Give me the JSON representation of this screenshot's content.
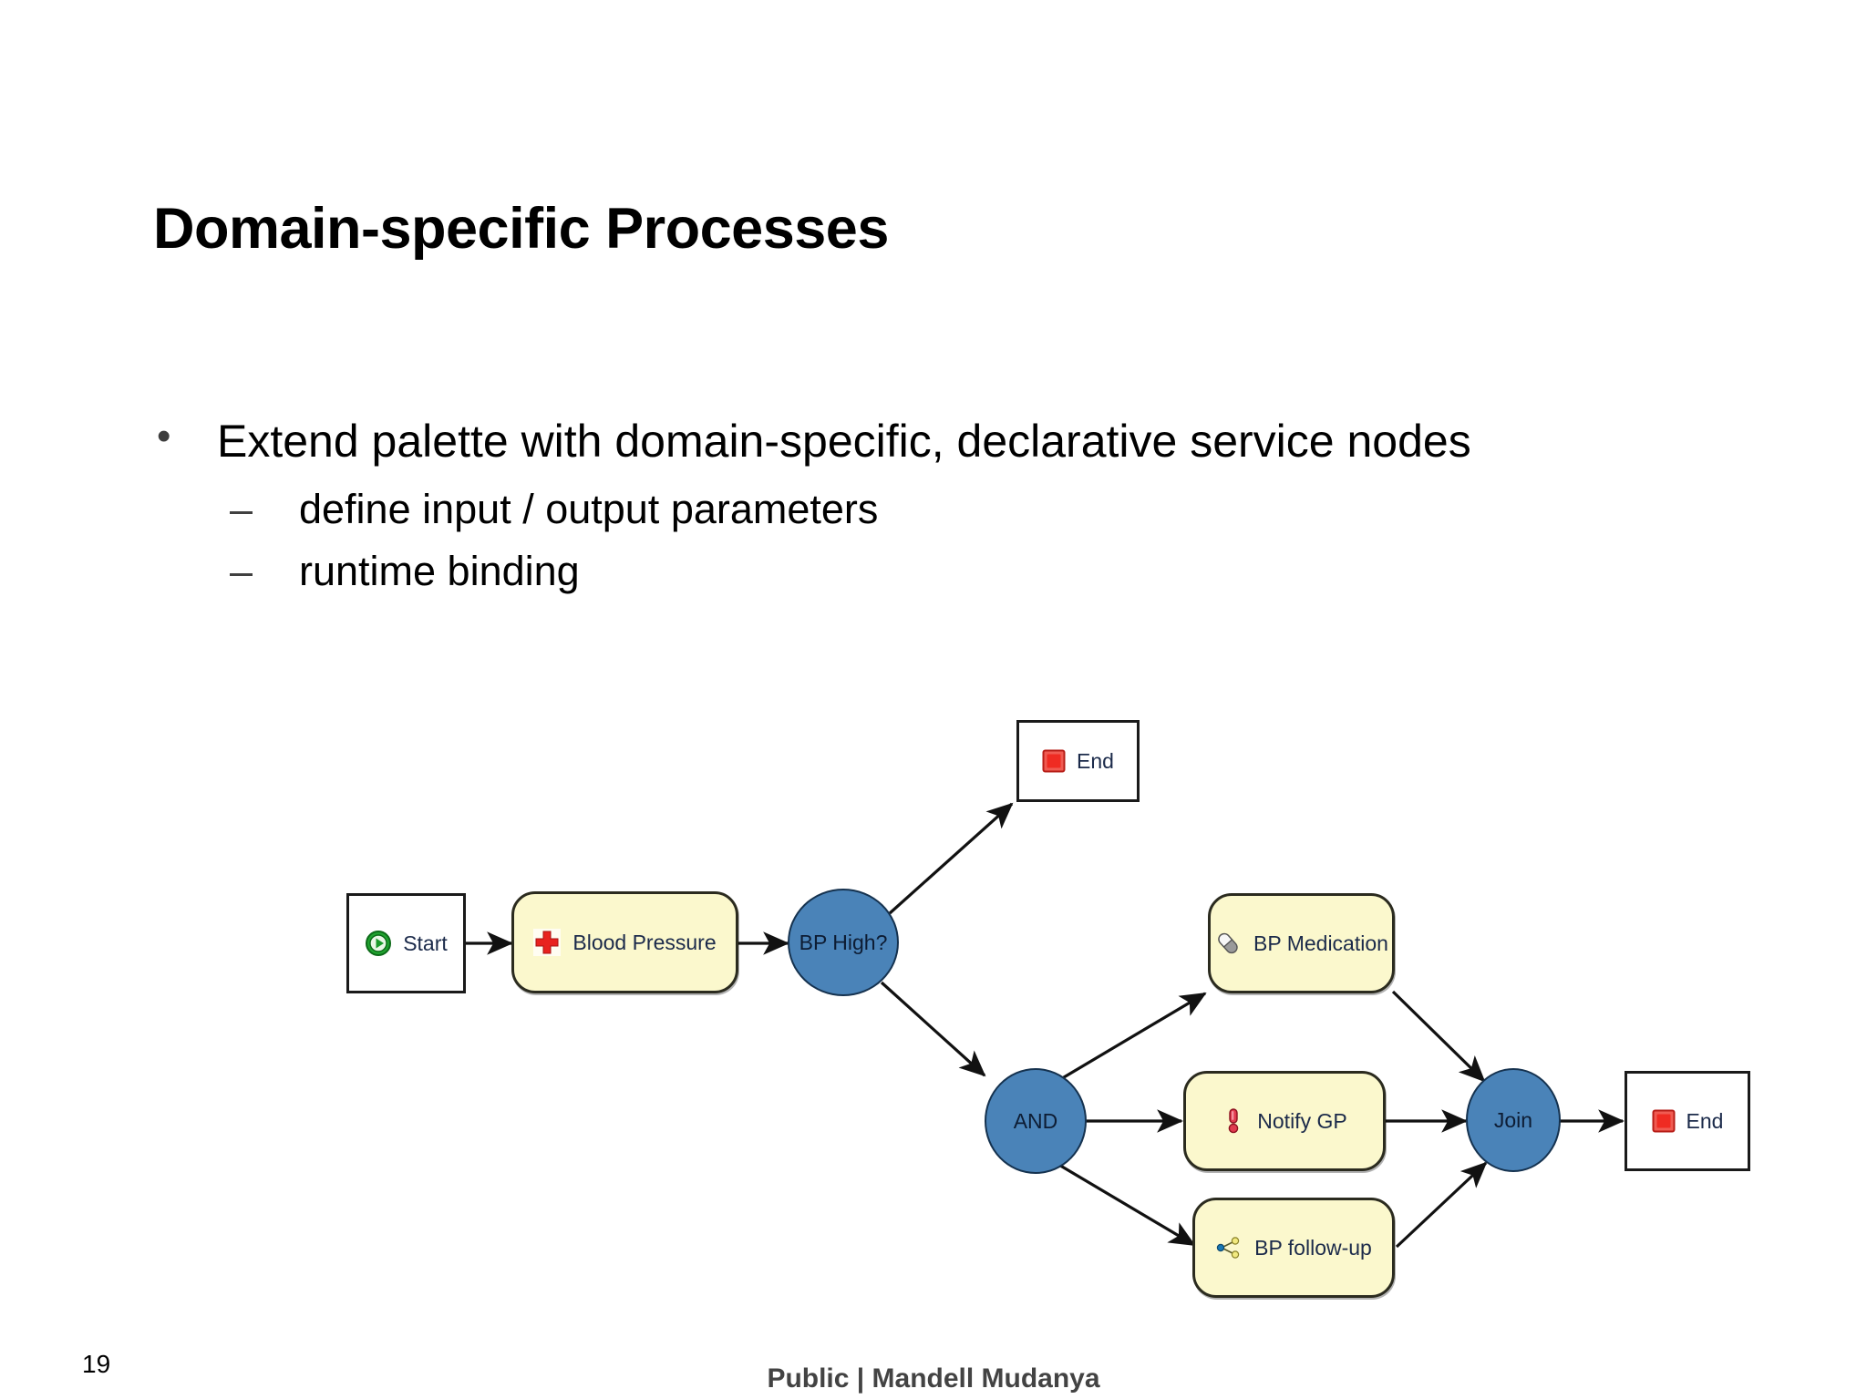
{
  "slide": {
    "title": "Domain-specific Processes",
    "page_number": "19",
    "footer": "Public | Mandell Mudanya"
  },
  "content": {
    "bullets": [
      {
        "level": 1,
        "marker": "•",
        "text": "Extend palette with domain-specific, declarative service nodes"
      },
      {
        "level": 2,
        "marker": "–",
        "text": "define input / output parameters"
      },
      {
        "level": 2,
        "marker": "–",
        "text": "runtime binding"
      }
    ]
  },
  "diagram": {
    "type": "process-flow",
    "nodes": [
      {
        "id": "start",
        "label": "Start",
        "shape": "rectangle",
        "icon": "play-circle-icon",
        "fill": "#ffffff"
      },
      {
        "id": "blood_pressure",
        "label": "Blood Pressure",
        "shape": "rounded-rect",
        "icon": "red-cross-icon",
        "fill": "#fbf8cd"
      },
      {
        "id": "bp_high",
        "label": "BP High?",
        "shape": "ellipse",
        "icon": "none",
        "fill": "#4a83b8"
      },
      {
        "id": "end_top",
        "label": "End",
        "shape": "rectangle",
        "icon": "red-stop-icon",
        "fill": "#ffffff"
      },
      {
        "id": "and",
        "label": "AND",
        "shape": "ellipse",
        "icon": "none",
        "fill": "#4a83b8"
      },
      {
        "id": "bp_medication",
        "label": "BP Medication",
        "shape": "rounded-rect",
        "icon": "pill-icon",
        "fill": "#fbf8cd"
      },
      {
        "id": "notify_gp",
        "label": "Notify GP",
        "shape": "rounded-rect",
        "icon": "alert-icon",
        "fill": "#fbf8cd"
      },
      {
        "id": "bp_followup",
        "label": "BP follow-up",
        "shape": "rounded-rect",
        "icon": "branch-icon",
        "fill": "#fbf8cd"
      },
      {
        "id": "join",
        "label": "Join",
        "shape": "ellipse",
        "icon": "none",
        "fill": "#4a83b8"
      },
      {
        "id": "end_right",
        "label": "End",
        "shape": "rectangle",
        "icon": "red-stop-icon",
        "fill": "#ffffff"
      }
    ],
    "edges": [
      {
        "from": "start",
        "to": "blood_pressure"
      },
      {
        "from": "blood_pressure",
        "to": "bp_high"
      },
      {
        "from": "bp_high",
        "to": "end_top"
      },
      {
        "from": "bp_high",
        "to": "and"
      },
      {
        "from": "and",
        "to": "bp_medication"
      },
      {
        "from": "and",
        "to": "notify_gp"
      },
      {
        "from": "and",
        "to": "bp_followup"
      },
      {
        "from": "bp_medication",
        "to": "join"
      },
      {
        "from": "notify_gp",
        "to": "join"
      },
      {
        "from": "bp_followup",
        "to": "join"
      },
      {
        "from": "join",
        "to": "end_right"
      }
    ]
  },
  "colors": {
    "gateway_blue": "#4a83b8",
    "task_yellow": "#fbf8cd",
    "accent_red": "#e8302a",
    "icon_green": "#18982a",
    "edge_black": "#111111",
    "text_black": "#000000"
  }
}
